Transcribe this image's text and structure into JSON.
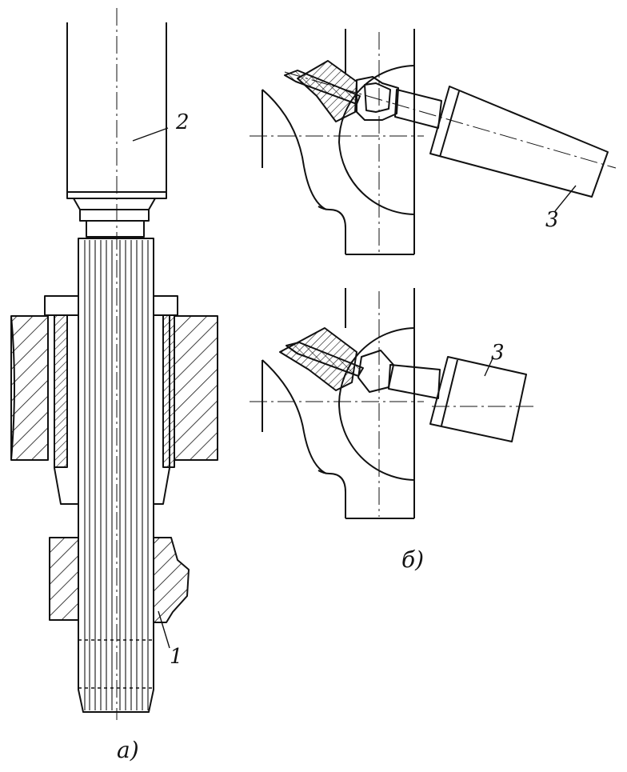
{
  "figure_a": {
    "caption": "а)",
    "callouts": {
      "part_1": "1",
      "part_2": "2"
    }
  },
  "figure_b": {
    "caption": "б)",
    "callouts": {
      "tool_upper": "3",
      "tool_lower": "3"
    }
  },
  "colors": {
    "line": "#111111",
    "background": "#ffffff"
  }
}
